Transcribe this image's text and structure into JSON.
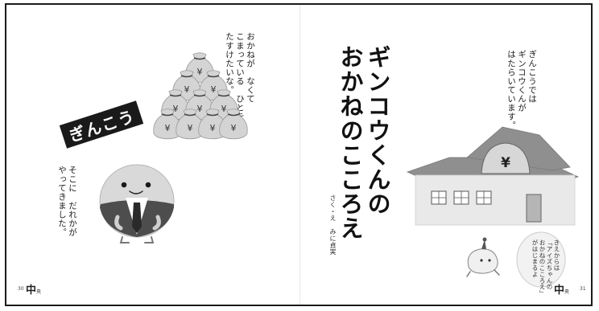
{
  "left_page": {
    "intro_lines": [
      "おかねが　なくて",
      "こまっている　ひとを",
      "たすけたいな。"
    ],
    "arrival_lines": [
      "そこに　だれかが",
      "やってきました。"
    ],
    "banner": "ぎんこう",
    "bag_symbol": "¥",
    "page_number": "30",
    "logo": "中",
    "logo_sub": "央"
  },
  "right_page": {
    "title_lines": [
      "ギンコウくんの",
      "おかねのこころえ"
    ],
    "credit": "さく・え　みに貞実",
    "intro_lines": [
      "ぎんこうでは",
      "ギンコウくんが",
      "はたらいています。"
    ],
    "bubble_lines": [
      "きえからは",
      "「アイズちゃんの",
      "おかねのこころえ」",
      "がはじまるよ"
    ],
    "building_symbol": "¥",
    "page_number": "31",
    "logo": "中",
    "logo_sub": "央"
  },
  "colors": {
    "ink": "#1a1a1a",
    "bag_fill": "#d4d4d4",
    "roof": "#8f8f8f",
    "wall": "#e9e9e9",
    "character_body": "#d9d9d9",
    "bubble": "#f2f2f2"
  }
}
